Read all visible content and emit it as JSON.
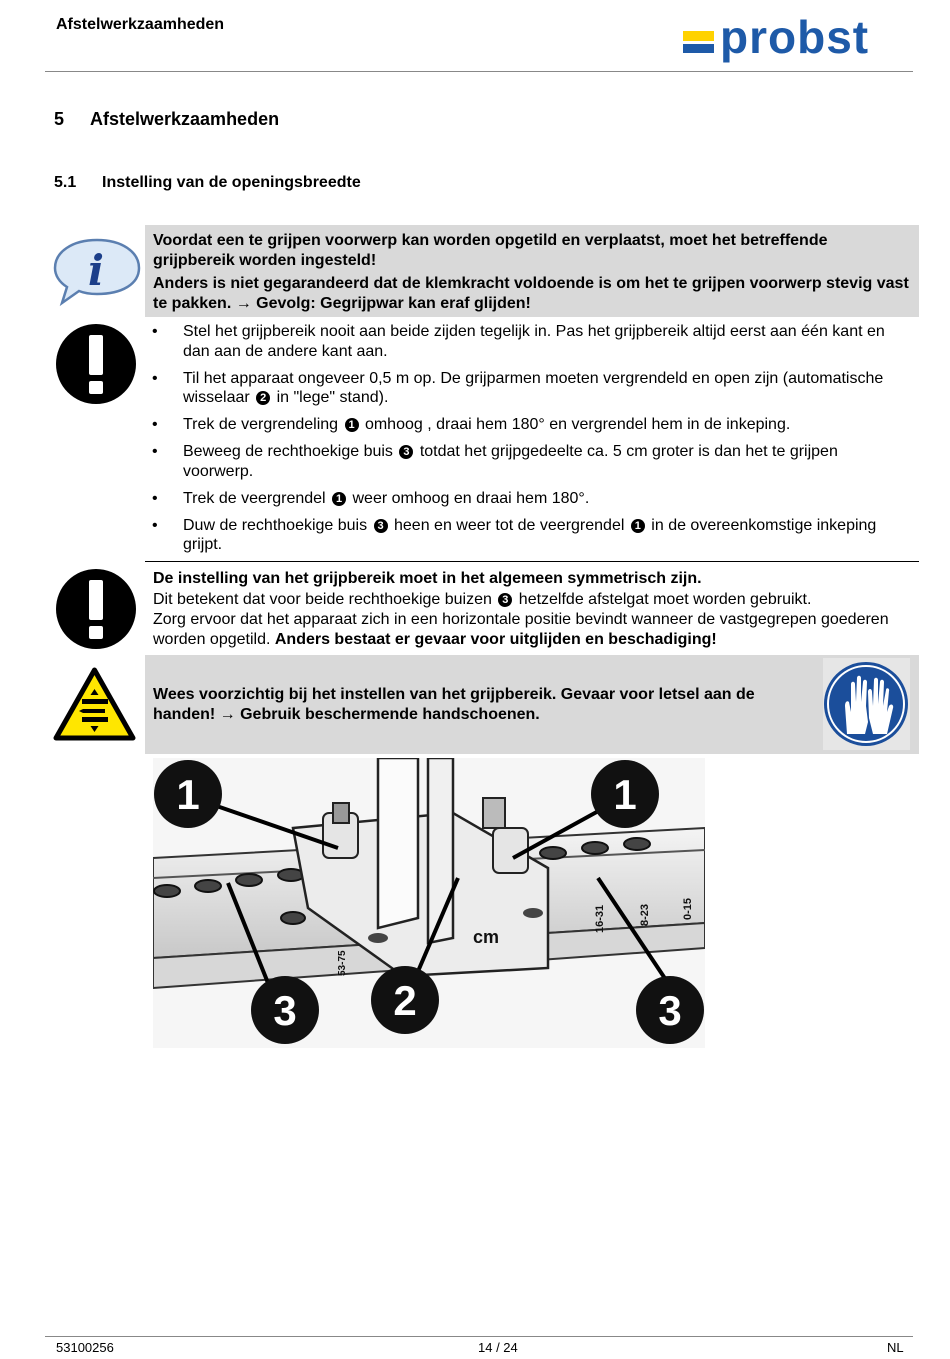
{
  "header": {
    "title": "Afstelwerkzaamheden",
    "logo_text": "probst",
    "logo_colors": {
      "yellow": "#ffd200",
      "blue": "#1e5aa8"
    }
  },
  "section": {
    "number": "5",
    "title": "Afstelwerkzaamheden"
  },
  "subsection": {
    "number": "5.1",
    "title": "Instelling van de openingsbreedte"
  },
  "info_note": {
    "icon": "info-icon",
    "line1": "Voordat een te grijpen voorwerp kan worden opgetild en verplaatst, moet het betreffende grijpbereik worden ingesteld!",
    "line2": "Anders is niet gegarandeerd dat de klemkracht voldoende is om het te grijpen voorwerp stevig vast te pakken. → Gevolg: Gegrijpwar kan eraf glijden!"
  },
  "steps": [
    {
      "before": "Stel het grijpbereik nooit aan beide zijden tegelijk in. Pas het grijpbereik altijd eerst aan één kant en dan aan de andere kant aan."
    },
    {
      "before": "Til het apparaat ongeveer 0,5 m op. De grijparmen moeten vergrendeld en open zijn (automatische wisselaar ",
      "marker": "2",
      "after": " in \"lege\" stand)."
    },
    {
      "before": "Trek de vergrendeling ",
      "marker": "1",
      "after": " omhoog , draai hem 180° en vergrendel hem in de inkeping."
    },
    {
      "before": "Beweeg de rechthoekige buis ",
      "marker": "3",
      "after": " totdat het grijpgedeelte ca. 5 cm groter is dan het te grijpen voorwerp."
    },
    {
      "before": "Trek de veergrendel ",
      "marker": "1",
      "after": " weer omhoog en draai hem 180°."
    },
    {
      "before": "Duw de rechthoekige buis ",
      "marker": "3",
      "after": " heen en weer tot de veergrendel ",
      "marker2": "1",
      "after2": " in de overeenkomstige inkeping grijpt."
    }
  ],
  "symmetry_note": {
    "bold_line": "De instelling van het grijpbereik moet in het algemeen symmetrisch zijn.",
    "line2_before": "Dit betekent dat voor beide rechthoekige buizen ",
    "line2_marker": "3",
    "line2_after": " hetzelfde afstelgat moet worden gebruikt.",
    "line3": "Zorg ervoor dat het apparaat zich in een horizontale positie bevindt wanneer de vastgegrepen goederen worden opgetild. ",
    "line3_bold": "Anders bestaat er gevaar voor uitglijden en beschadiging!"
  },
  "warning_note": {
    "text": "Wees voorzichtig bij het instellen van het grijpbereik. Gevaar voor letsel aan de handen!  → Gebruik beschermende handschoenen."
  },
  "figure": {
    "callouts": [
      "1",
      "1",
      "3",
      "2",
      "3"
    ],
    "stamped_text": [
      "cm",
      "16-31",
      "8-23",
      "0-15",
      "53-75"
    ]
  },
  "footer": {
    "doc_number": "53100256",
    "page": "14 / 24",
    "lang": "NL"
  }
}
